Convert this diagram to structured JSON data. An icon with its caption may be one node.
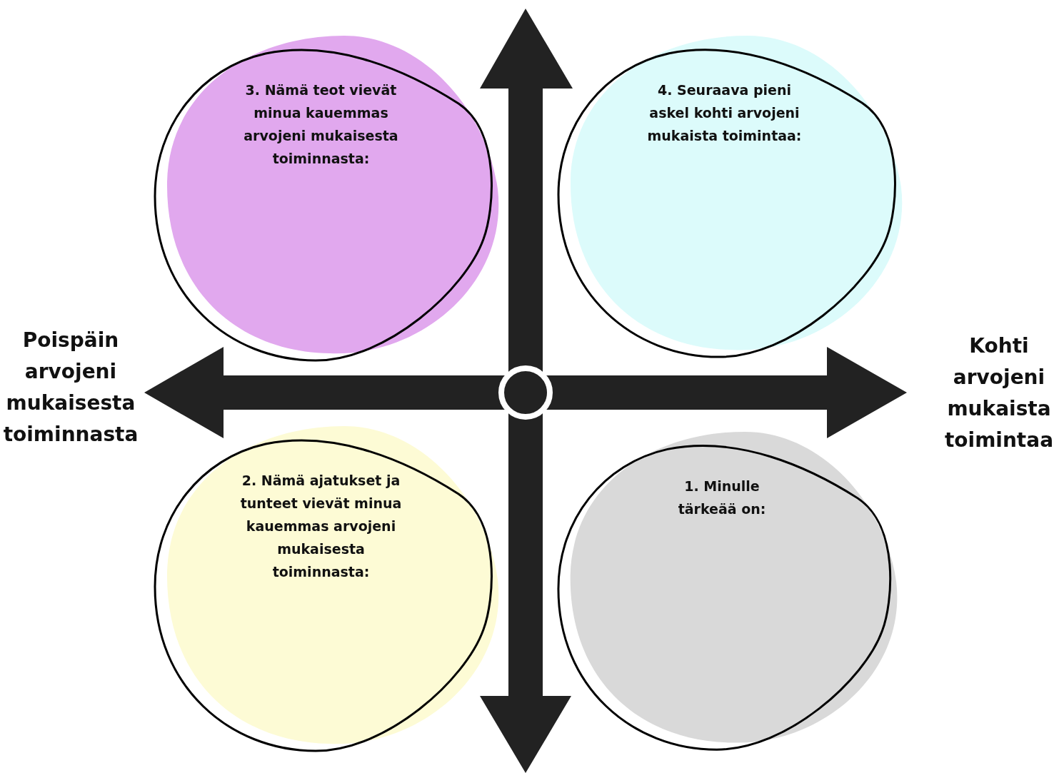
{
  "diagram": {
    "nodes": [
      {
        "text": [
          "3. Nämä teot vievät minua kauemmas arvojeni mukaisesta toiminnasta:"
        ]
      },
      {
        "text": [
          "4. Seuraava pieni askel kohti arvojeni mukaista toimintaa:"
        ]
      },
      {
        "text": [
          "2. Nämä ajatukset ja tunteet vievät minua kauemmas arvojeni mukaisesta toiminnasta:"
        ]
      },
      {
        "text": [
          "1. Minulle tärkeää on:"
        ]
      }
    ],
    "edges": [],
    "labels": [
      "Poispäin arvojeni mukaisesta toiminnasta",
      "Kohti arvojeni mukaista toimintaa"
    ]
  }
}
